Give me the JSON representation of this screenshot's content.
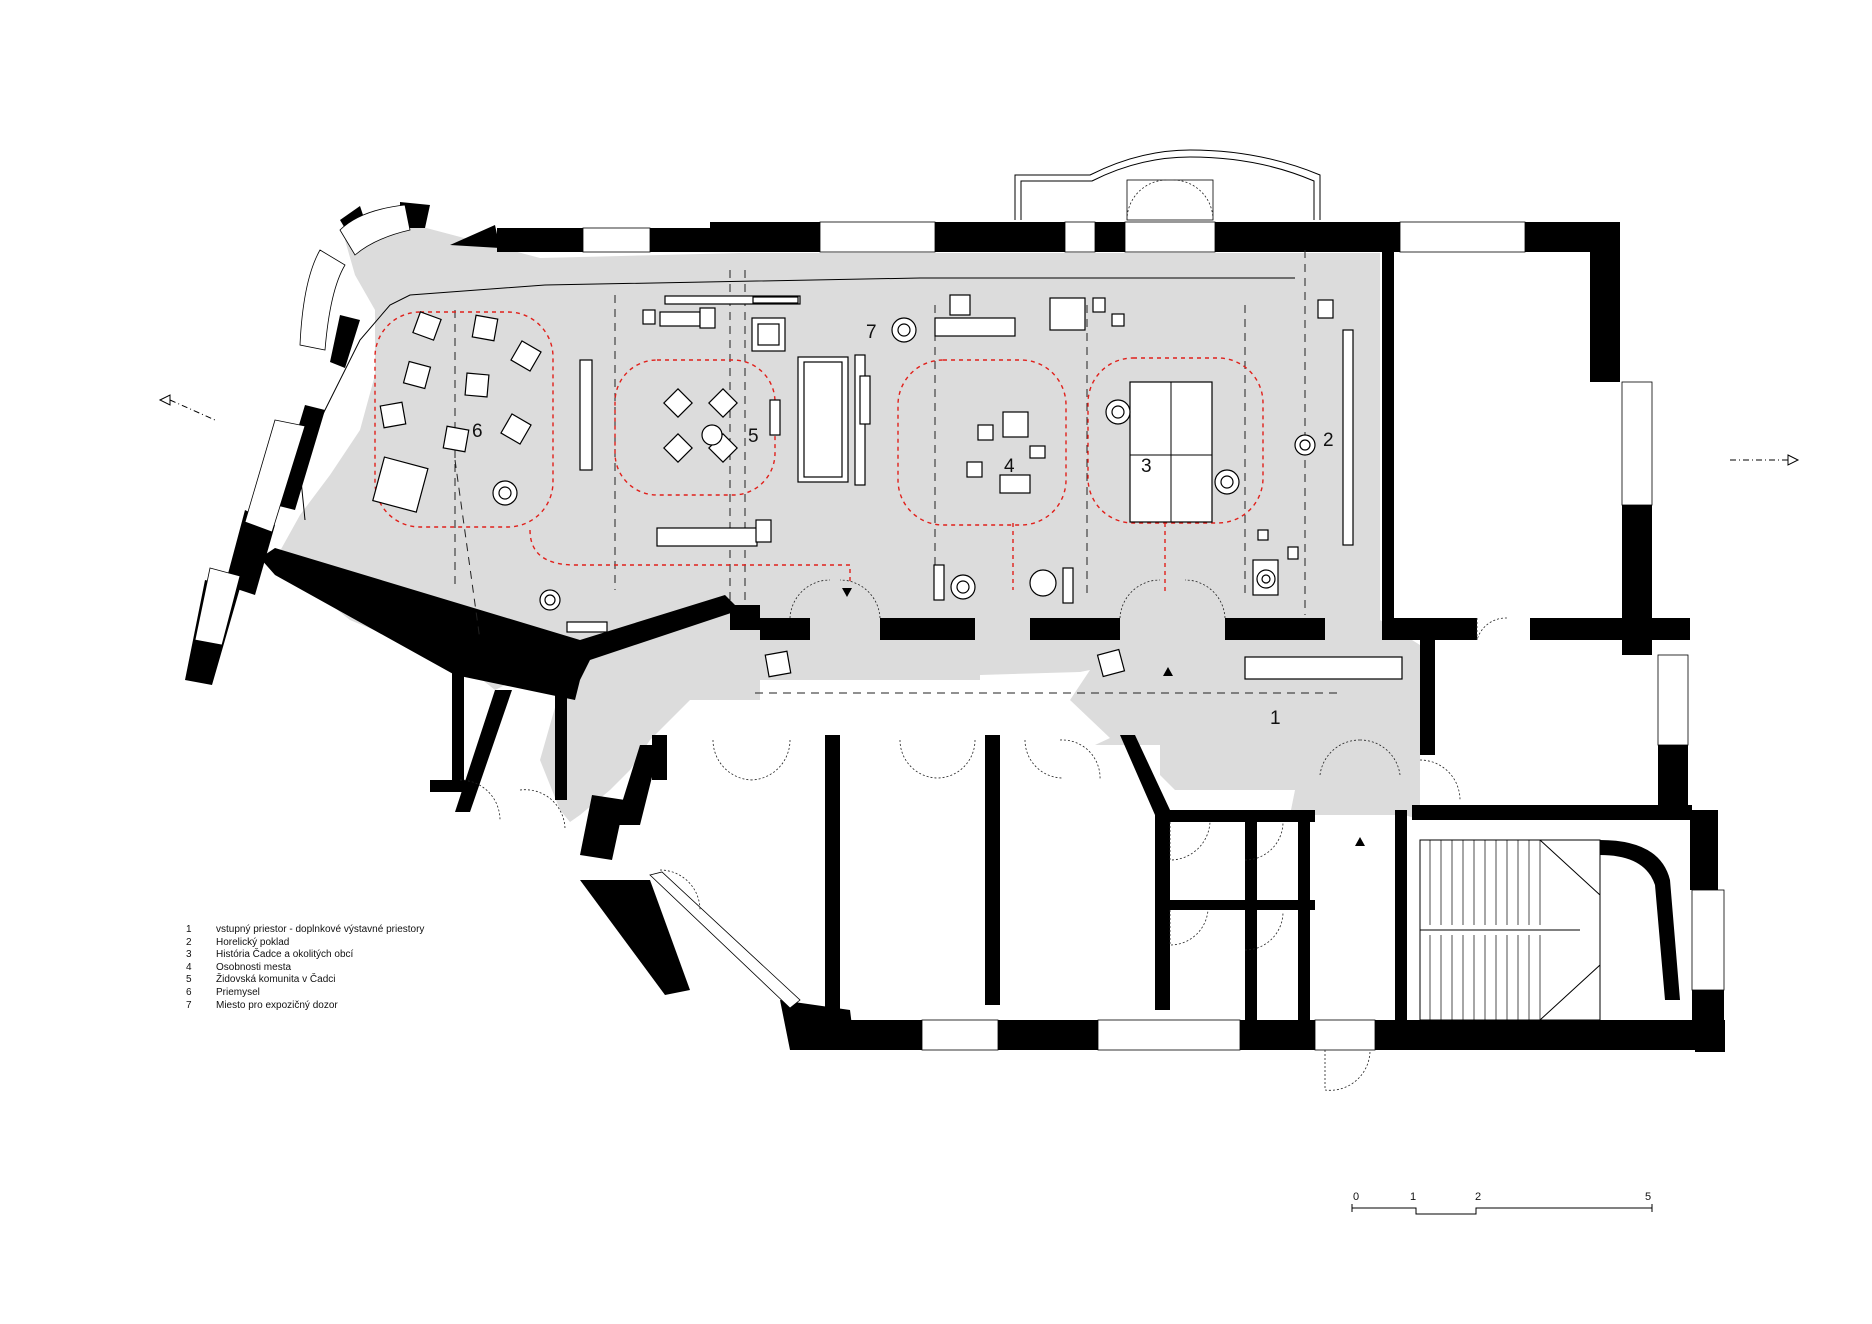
{
  "zones": [
    {
      "id": "1",
      "label": "1"
    },
    {
      "id": "2",
      "label": "2"
    },
    {
      "id": "3",
      "label": "3"
    },
    {
      "id": "4",
      "label": "4"
    },
    {
      "id": "5",
      "label": "5"
    },
    {
      "id": "6",
      "label": "6"
    },
    {
      "id": "7",
      "label": "7"
    }
  ],
  "legend": [
    {
      "num": "1",
      "text": "vstupný priestor  - doplnkové výstavné priestory"
    },
    {
      "num": "2",
      "text": "Horelický poklad"
    },
    {
      "num": "3",
      "text": "História Čadce a okolitých obcí"
    },
    {
      "num": "4",
      "text": "Osobnosti mesta"
    },
    {
      "num": "5",
      "text": "Židovská komunita v Čadci"
    },
    {
      "num": "6",
      "text": "Priemysel"
    },
    {
      "num": "7",
      "text": "Miesto pro expozičný dozor"
    }
  ],
  "scale_bar": {
    "ticks": [
      "0",
      "1",
      "2",
      "5"
    ]
  },
  "colors": {
    "walls": "#000000",
    "floor": "#dcdcdc",
    "route": "#e0201b"
  }
}
